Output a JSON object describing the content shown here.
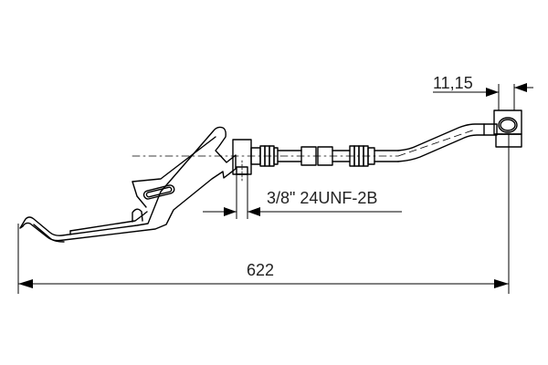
{
  "drawing": {
    "type": "brake hose technical drawing",
    "background": "#ffffff",
    "line_color": "#000000",
    "text_color": "#222222"
  },
  "dimensions": {
    "overall_length": {
      "value": "622"
    },
    "fitting_width": {
      "value": "11,15"
    },
    "thread_spec": {
      "value": "3/8\" 24UNF-2B"
    }
  }
}
